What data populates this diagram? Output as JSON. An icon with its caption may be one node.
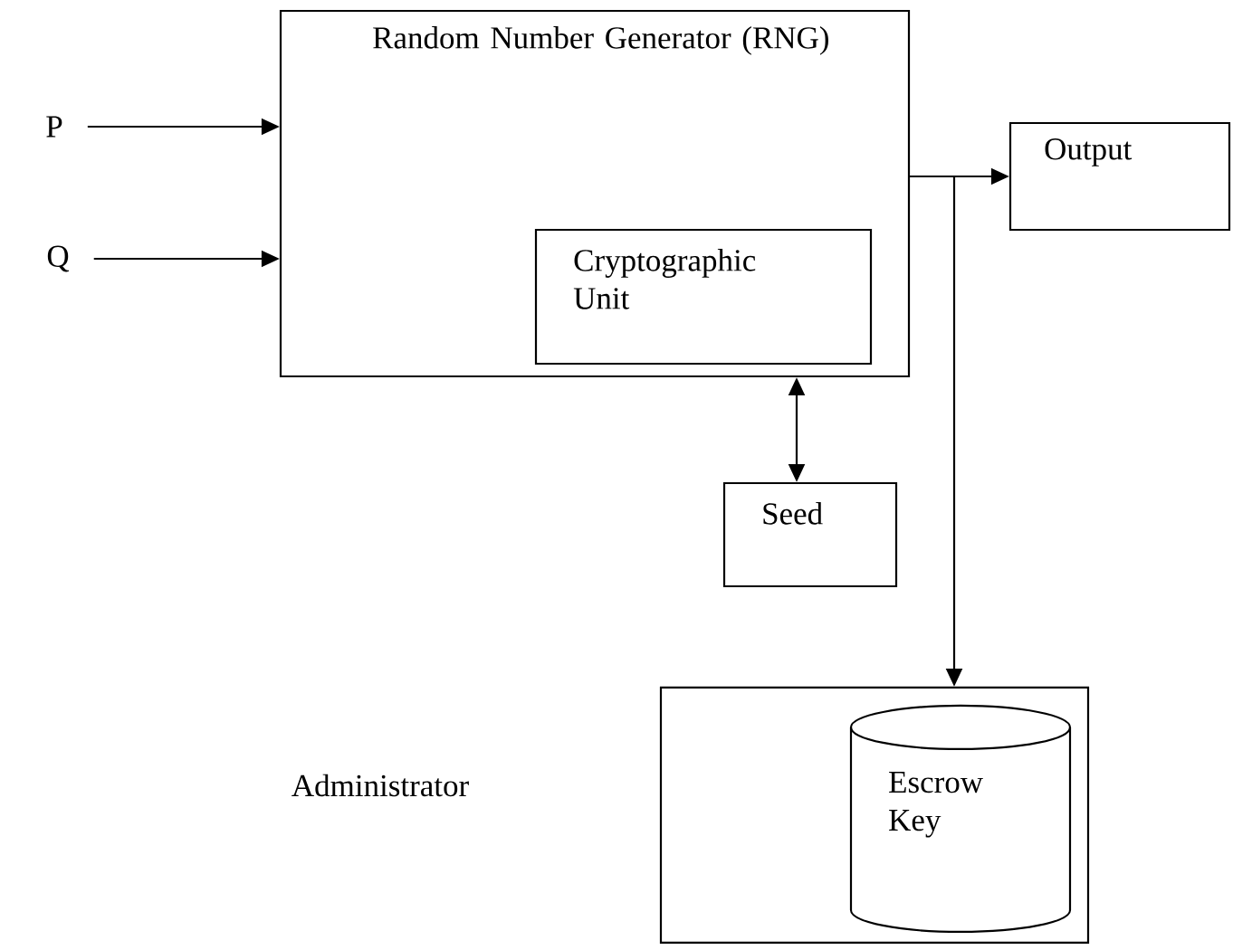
{
  "diagram": {
    "nodes": [
      {
        "text": [
          "P"
        ]
      },
      {
        "text": [
          "Q"
        ]
      },
      {
        "text": [
          "Random Number Generator (RNG)"
        ]
      },
      {
        "text": [
          "Cryptographic Unit"
        ],
        "in": 2
      },
      {
        "text": [
          "Output"
        ]
      },
      {
        "text": [
          "Seed"
        ]
      },
      {
        "text": [],
        "shape": "box"
      },
      {
        "text": [
          "Escrow Key"
        ],
        "in": 6
      }
    ],
    "edges": [
      {
        "from": 0,
        "to": 2,
        "arrow": "to"
      },
      {
        "from": 1,
        "to": 2,
        "arrow": "to"
      },
      {
        "from": 2,
        "to": 4,
        "arrow": "to"
      },
      {
        "from": 2,
        "to": 6,
        "arrow": "to"
      },
      {
        "from": 5,
        "to": 2,
        "arrow": "both"
      }
    ],
    "labels": [
      "Administrator"
    ]
  }
}
